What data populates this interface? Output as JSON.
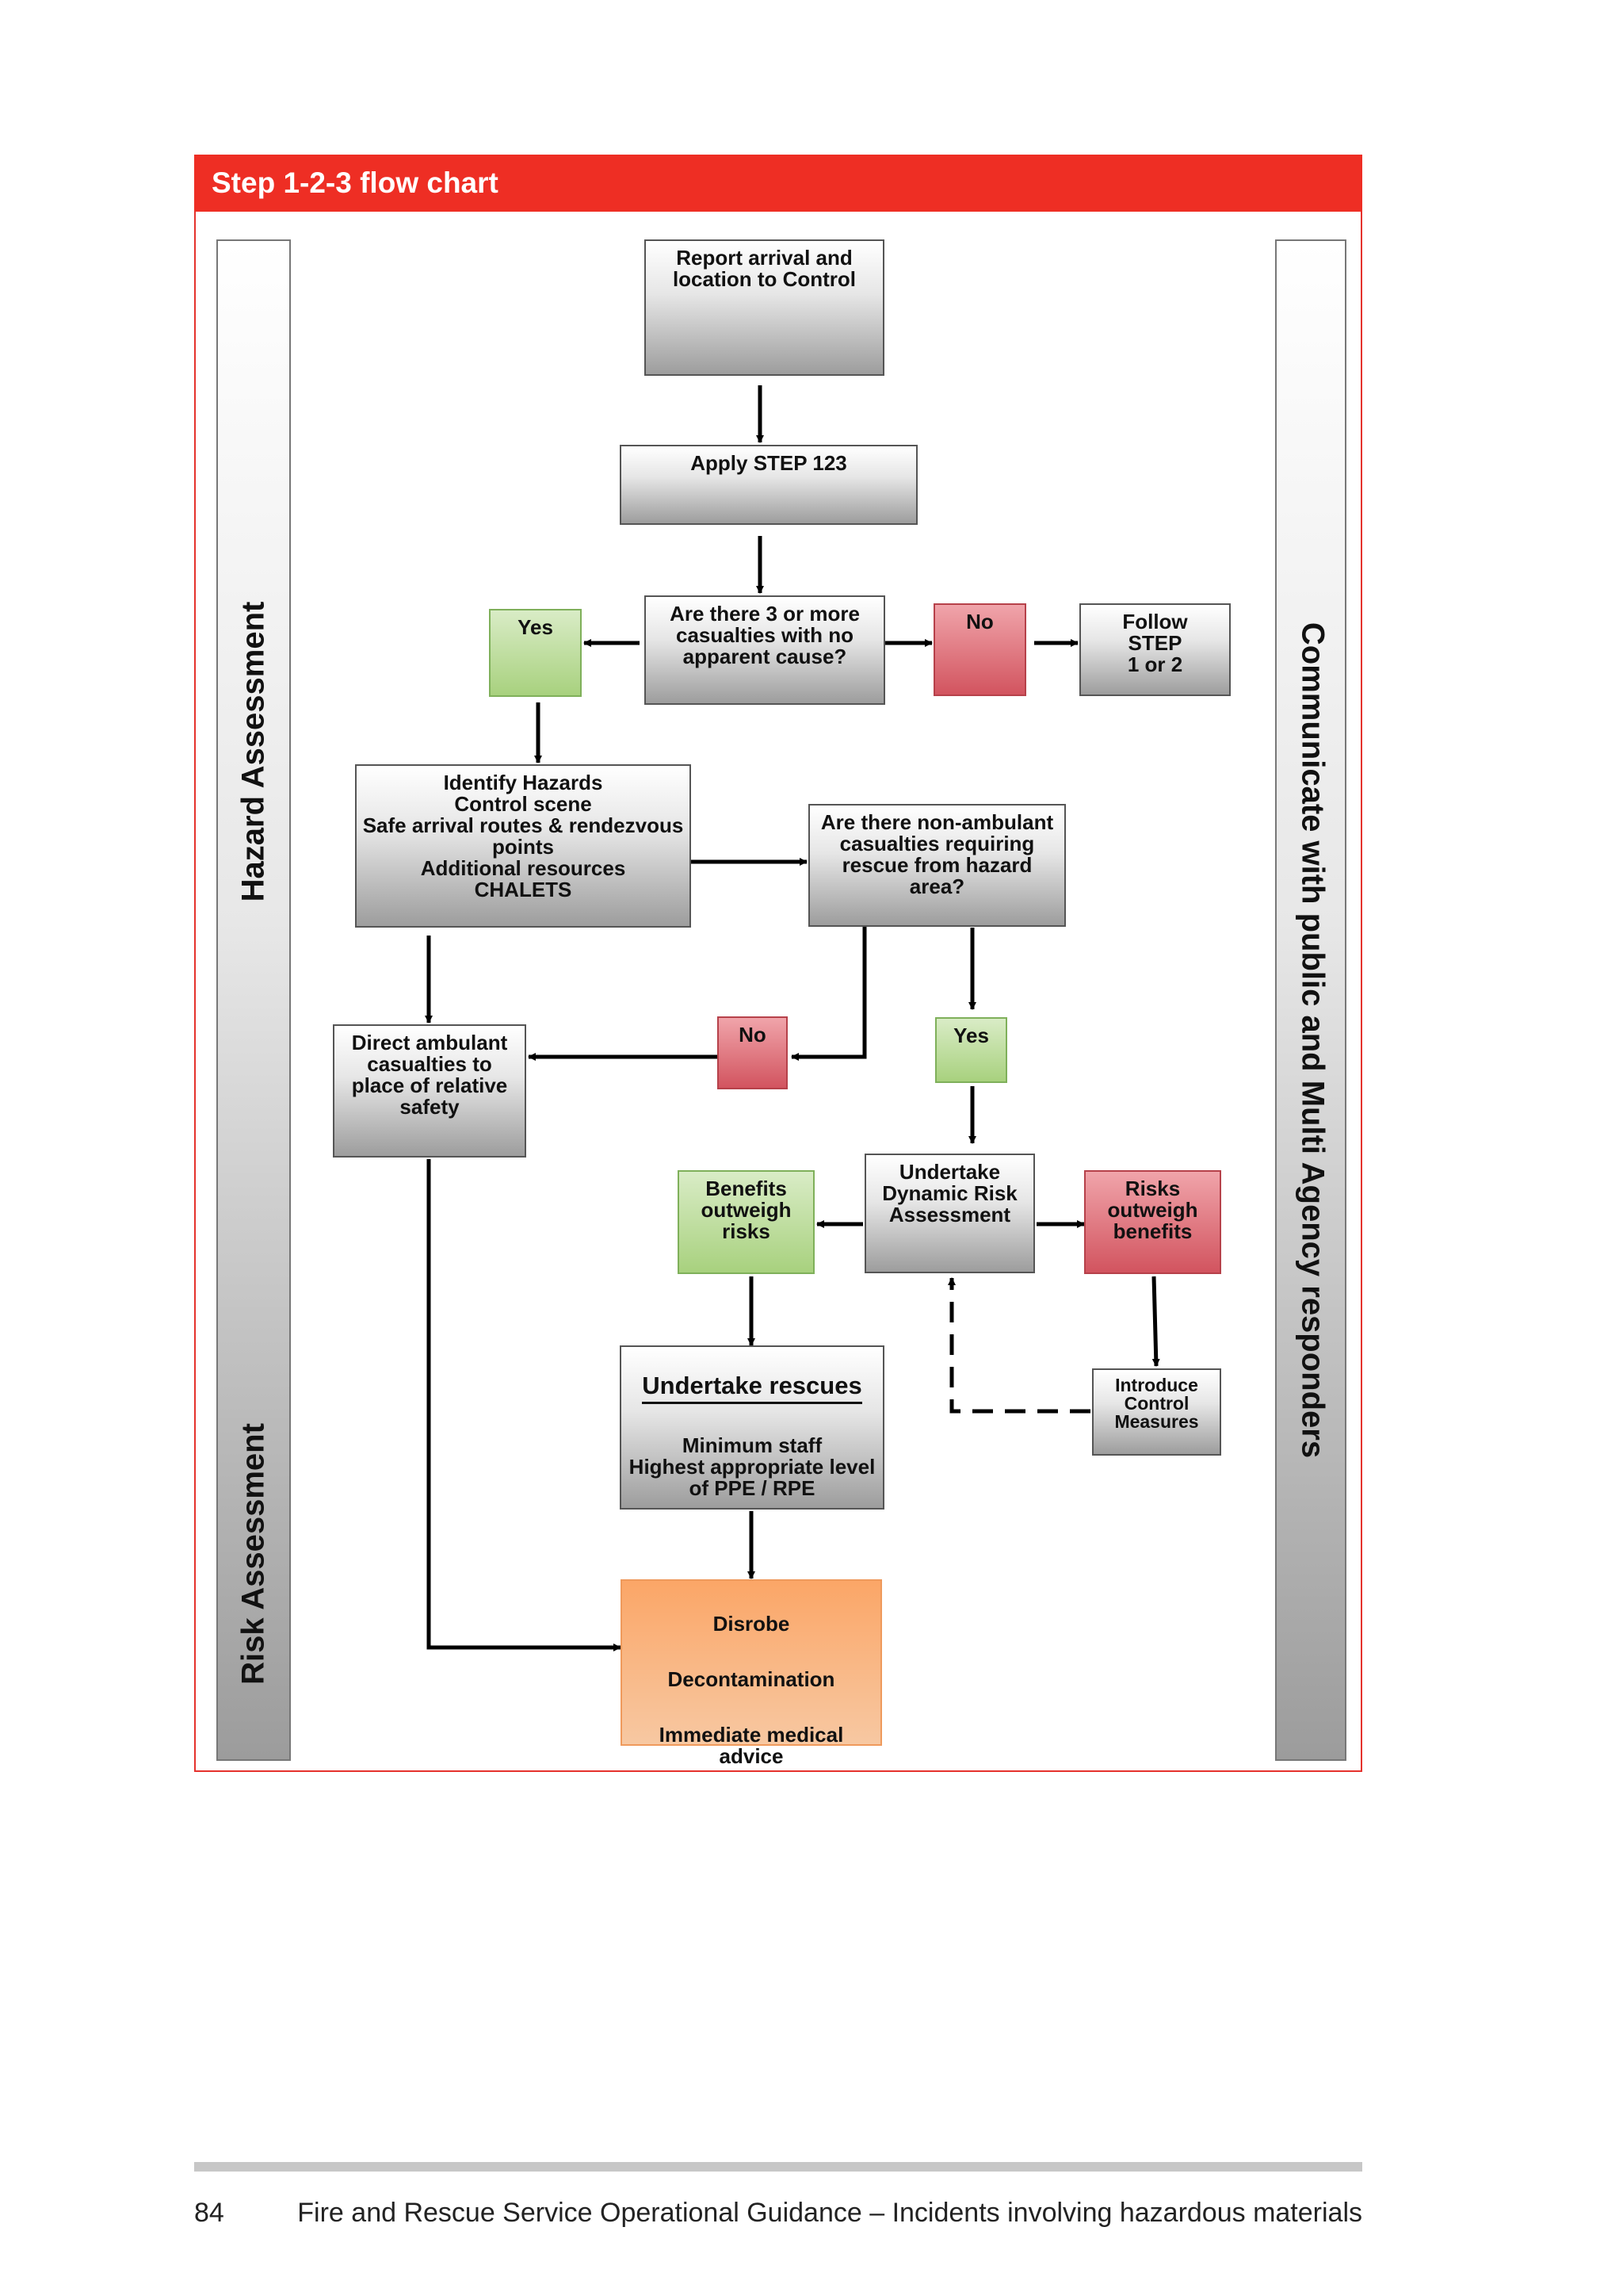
{
  "header": {
    "title": "Step 1-2-3 flow chart"
  },
  "left_bar": {
    "top_label": "Hazard Assessment",
    "bottom_label": "Risk Assessment"
  },
  "right_bar": {
    "label": "Communicate with public and Multi Agency responders"
  },
  "nodes": {
    "report": "Report arrival and\nlocation to Control",
    "apply": "Apply STEP 123",
    "question1": "Are there 3 or more\ncasualties with no\napparent cause?",
    "yes1": "Yes",
    "no1": "No",
    "follow": "Follow\nSTEP\n1 or 2",
    "identify": "Identify Hazards\nControl scene\nSafe arrival routes & rendezvous\npoints\nAdditional resources\nCHALETS",
    "question2": "Are there non-ambulant\ncasualties requiring\nrescue from hazard\narea?",
    "direct": "Direct ambulant\ncasualties to\nplace of relative\nsafety",
    "no2": "No",
    "yes2": "Yes",
    "dra": "Undertake\nDynamic Risk\nAssessment",
    "benefits": "Benefits\noutweigh\nrisks",
    "risks": "Risks\noutweigh\nbenefits",
    "rescues_title": "Undertake rescues",
    "rescues_body": "Minimum staff\nHighest appropriate level\nof PPE / RPE",
    "introduce": "Introduce\nControl\nMeasures",
    "disrobe": "Disrobe",
    "decon": "Decontamination",
    "medical": "Immediate medical\nadvice"
  },
  "colors": {
    "header_red": "#ee2e24",
    "yes_green": "#a8d17e",
    "no_red": "#d2545f",
    "final_orange": "#fba667"
  },
  "footer": {
    "page_number": "84",
    "text": "Fire and Rescue Service Operational Guidance – Incidents involving hazardous materials"
  }
}
